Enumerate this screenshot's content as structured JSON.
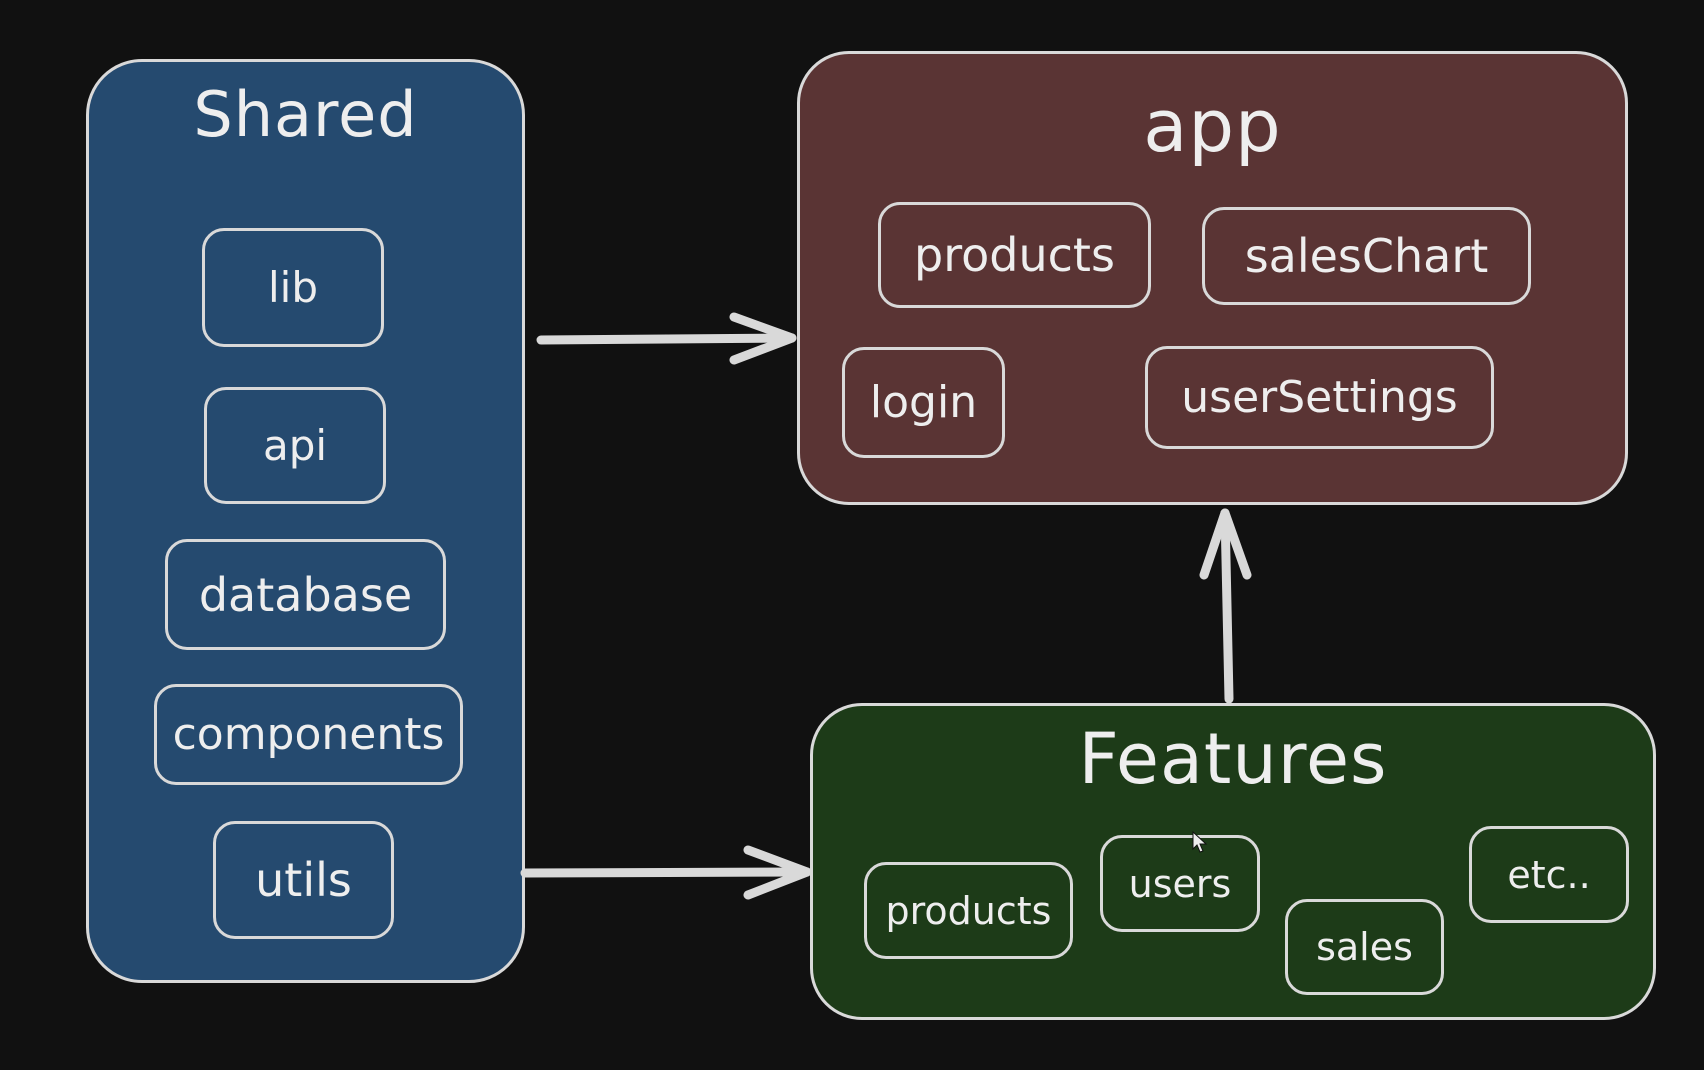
{
  "diagram": {
    "shared": {
      "title": "Shared",
      "items": [
        "lib",
        "api",
        "database",
        "components",
        "utils"
      ],
      "color": "#254a6f"
    },
    "app": {
      "title": "app",
      "items": [
        "products",
        "salesChart",
        "login",
        "userSettings"
      ],
      "color": "#5a3434"
    },
    "features": {
      "title": "Features",
      "items": [
        "products",
        "users",
        "sales",
        "etc.."
      ],
      "color": "#1d3b18"
    },
    "connections": [
      {
        "from": "Shared",
        "to": "app"
      },
      {
        "from": "Shared",
        "to": "Features"
      },
      {
        "from": "Features",
        "to": "app"
      }
    ]
  },
  "colors": {
    "background": "#111111",
    "stroke": "#d9d9d9",
    "text": "#eeeeee"
  }
}
